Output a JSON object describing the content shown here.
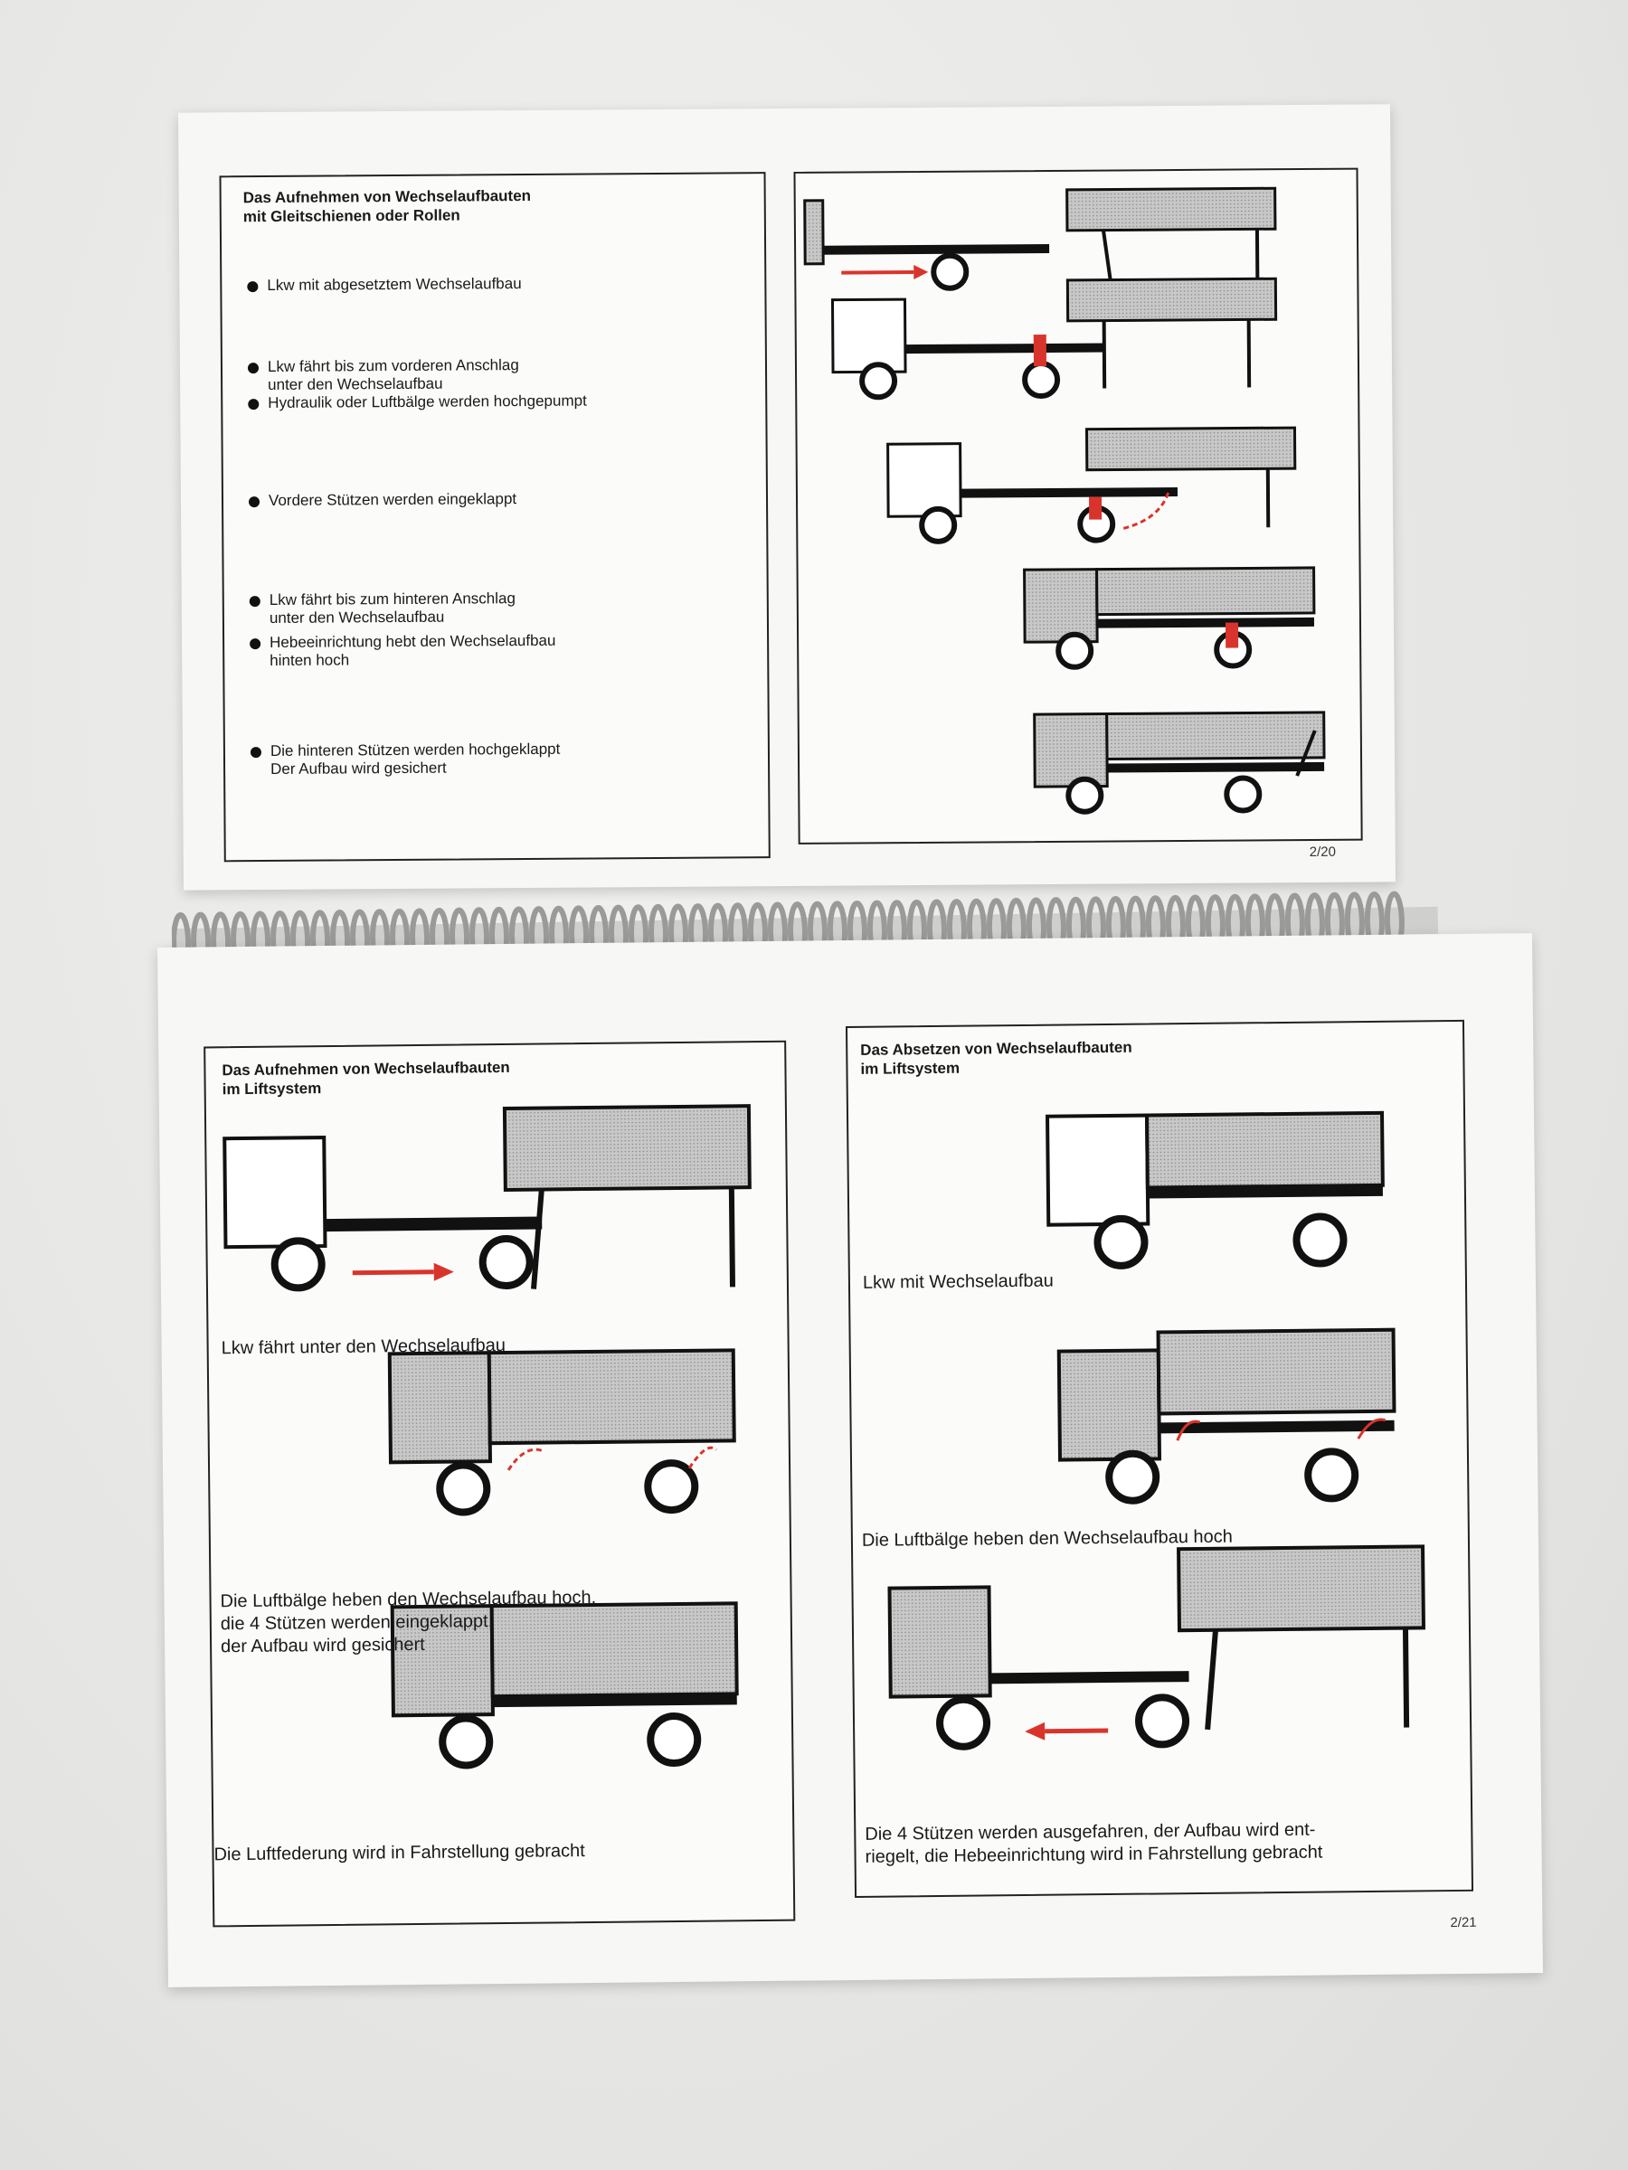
{
  "top_page": {
    "left_panel": {
      "title": "Das Aufnehmen von Wechselaufbauten\nmit Gleitschienen oder Rollen",
      "steps": [
        "Lkw mit abgesetztem Wechselaufbau",
        "Lkw fährt bis zum vorderen Anschlag\nunter den Wechselaufbau",
        "Hydraulik oder Luftbälge werden hochgepumpt",
        "Vordere Stützen werden eingeklappt",
        "Lkw fährt bis zum hinteren Anschlag\nunter den Wechselaufbau",
        "Hebeeinrichtung hebt den Wechselaufbau\nhinten hoch",
        "Die hinteren Stützen werden hochgeklappt\nDer Aufbau wird gesichert"
      ]
    },
    "page_number": "2/20"
  },
  "bottom_page": {
    "left_panel": {
      "title": "Das Aufnehmen von Wechselaufbauten\nim Liftsystem",
      "captions": [
        "Lkw fährt unter den Wechselaufbau",
        "Die Luftbälge heben den Wechselaufbau hoch,\ndie 4 Stützen werden eingeklappt,\nder Aufbau wird gesichert",
        "Die Luftfederung wird in Fahrstellung gebracht"
      ]
    },
    "right_panel": {
      "title": "Das Absetzen von Wechselaufbauten\nim Liftsystem",
      "captions": [
        "Lkw mit Wechselaufbau",
        "Die Luftbälge heben den Wechselaufbau hoch",
        "Die 4 Stützen werden ausgefahren, der Aufbau wird ent-\nriegelt, die Hebeeinrichtung wird in Fahrstellung gebracht"
      ]
    },
    "page_number": "2/21"
  },
  "colors": {
    "accent_red": "#d9342b",
    "ink": "#1a1a1a",
    "paper": "#f7f7f6",
    "hatch": "#bdbdbd"
  },
  "icons": [
    "truck-icon",
    "swap-body-icon",
    "arrow-right-icon",
    "arrow-left-icon",
    "spiral-binding"
  ]
}
